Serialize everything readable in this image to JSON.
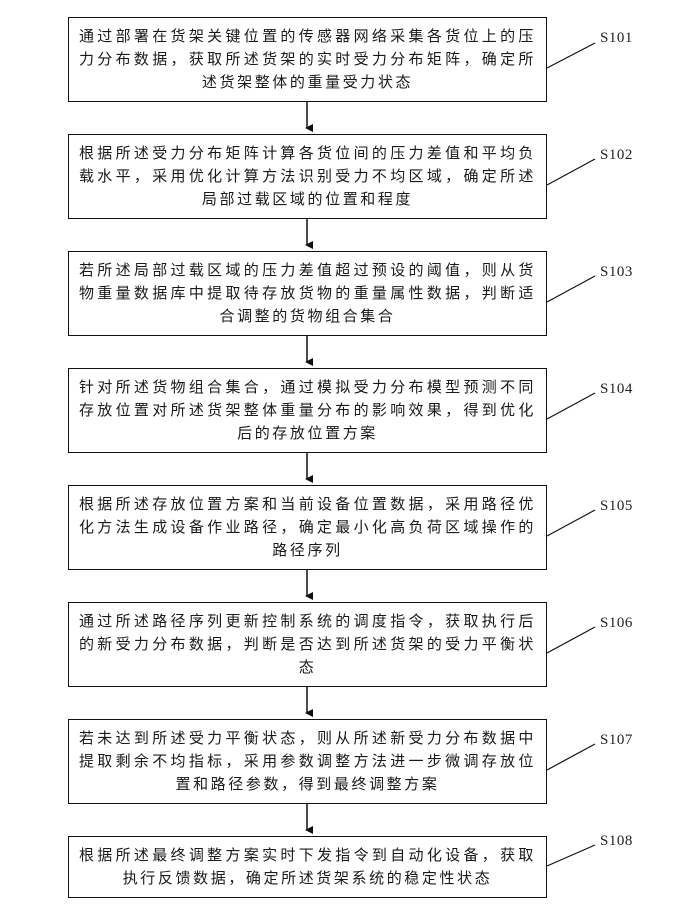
{
  "steps": [
    {
      "id": "S101",
      "text": "通过部署在货架关键位置的传感器网络采集各货位上的压力分布数据，获取所述货架的实时受力分布矩阵，确定所述货架整体的重量受力状态"
    },
    {
      "id": "S102",
      "text": "根据所述受力分布矩阵计算各货位间的压力差值和平均负载水平，采用优化计算方法识别受力不均区域，确定所述局部过载区域的位置和程度"
    },
    {
      "id": "S103",
      "text": "若所述局部过载区域的压力差值超过预设的阈值，则从货物重量数据库中提取待存放货物的重量属性数据，判断适合调整的货物组合集合"
    },
    {
      "id": "S104",
      "text": "针对所述货物组合集合，通过模拟受力分布模型预测不同存放位置对所述货架整体重量分布的影响效果，得到优化后的存放位置方案"
    },
    {
      "id": "S105",
      "text": "根据所述存放位置方案和当前设备位置数据，采用路径优化方法生成设备作业路径，确定最小化高负荷区域操作的路径序列"
    },
    {
      "id": "S106",
      "text": "通过所述路径序列更新控制系统的调度指令，获取执行后的新受力分布数据，判断是否达到所述货架的受力平衡状态"
    },
    {
      "id": "S107",
      "text": "若未达到所述受力平衡状态，则从所述新受力分布数据中提取剩余不均指标，采用参数调整方法进一步微调存放位置和路径参数，得到最终调整方案"
    },
    {
      "id": "S108",
      "text": "根据所述最终调整方案实时下发指令到自动化设备，获取执行反馈数据，确定所述货架系统的稳定性状态"
    }
  ]
}
